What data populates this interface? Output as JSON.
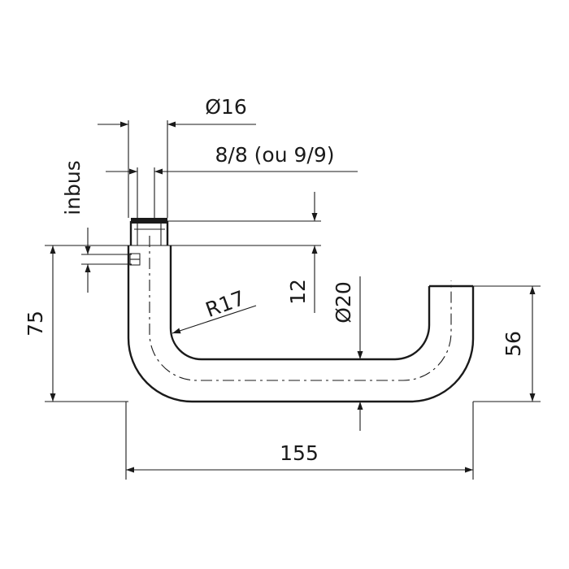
{
  "drawing": {
    "part": "lever-handle",
    "labels": {
      "diameter_shaft": "Ø16",
      "square_spindle": "8/8 (ou 9/9)",
      "hex_screw": "inbus",
      "height_overall": "75",
      "bend_radius": "R17",
      "shaft_length": "12",
      "tube_diameter": "Ø20",
      "end_height": "56",
      "length_overall": "155"
    },
    "colors": {
      "line": "#1a1a1a",
      "background": "#ffffff"
    }
  }
}
